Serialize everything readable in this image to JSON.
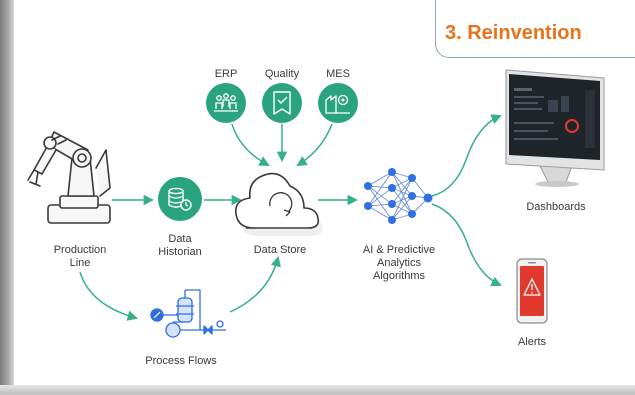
{
  "banner": {
    "title": "3. Reinvention"
  },
  "sources": {
    "erp": "ERP",
    "quality": "Quality",
    "mes": "MES"
  },
  "nodes": {
    "production_line": "Production\nLine",
    "data_historian": "Data\nHistorian",
    "data_store": "Data Store",
    "ai_analytics": "AI & Predictive\nAnalytics\nAlgorithms",
    "process_flows": "Process Flows",
    "dashboards": "Dashboards",
    "alerts": "Alerts"
  },
  "colors": {
    "accent_green": "#2aa37f",
    "arrow_green": "#36b08a",
    "network_blue": "#2f6fe0",
    "alert_red": "#e2392f",
    "banner_orange": "#e8731a"
  }
}
